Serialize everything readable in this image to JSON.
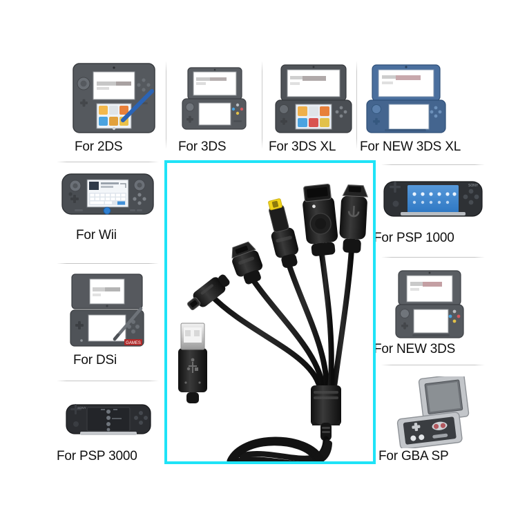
{
  "page": {
    "background_color": "#ffffff",
    "accent_border_color": "#1fe3f7",
    "divider_color": "#c4c4c4",
    "label_color": "#0f0f0f"
  },
  "product": {
    "name": "5-in-1 USB charging cable",
    "panel_highlight_color": "#1fe3f7",
    "cable_color": "#141414",
    "connectors": [
      {
        "name": "mini-usb-connector",
        "tip_color": "#1a1a1a"
      },
      {
        "name": "nintendo-ds-lite-connector",
        "tip_color": "#1a1a1a"
      },
      {
        "name": "psp-dc-barrel-connector",
        "tip_color": "#f2d41a"
      },
      {
        "name": "gba-sp-connector",
        "tip_color": "#1a1a1a"
      },
      {
        "name": "micro-usb-connector",
        "tip_color": "#1a1a1a"
      }
    ],
    "usb_plug": {
      "name": "usb-a-plug",
      "label": "USB"
    },
    "splitter": {
      "name": "cable-splitter-junction"
    }
  },
  "devices": {
    "top": [
      {
        "id": "2ds",
        "label": "For 2DS",
        "body_color": "#55595e",
        "accent": "#2b64b5"
      },
      {
        "id": "3ds",
        "label": "For 3DS",
        "body_color": "#5a5e63",
        "accent": "#9aa0a6"
      },
      {
        "id": "3ds-xl",
        "label": "For 3DS XL",
        "body_color": "#4f5358",
        "accent": "#9aa0a6"
      },
      {
        "id": "new-3ds-xl",
        "label": "For NEW 3DS XL",
        "body_color": "#4a6f9e",
        "accent": "#2f4f78"
      }
    ],
    "left": [
      {
        "id": "wii",
        "label": "For Wii",
        "body_color": "#4a4e53",
        "accent": "#2f7fd1"
      },
      {
        "id": "dsi",
        "label": "For DSi",
        "body_color": "#56595e",
        "accent": "#b02a2a"
      },
      {
        "id": "psp-3000",
        "label": "For PSP 3000",
        "body_color": "#2b2d31",
        "accent": "#6f757c"
      }
    ],
    "right": [
      {
        "id": "psp-1000",
        "label": "For PSP 1000",
        "body_color": "#2e3135",
        "accent": "#2f78c4"
      },
      {
        "id": "new-3ds",
        "label": "For NEW 3DS",
        "body_color": "#5a5e63",
        "accent": "#9aa0a6"
      },
      {
        "id": "gba-sp",
        "label": "For GBA SP",
        "body_color": "#c3c6ca",
        "accent": "#3a3d41"
      }
    ]
  }
}
